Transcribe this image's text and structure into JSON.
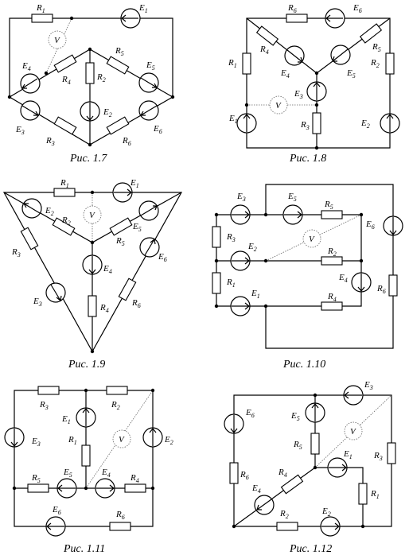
{
  "figures": [
    {
      "caption": "Рис. 1.7",
      "labels": {
        "R1": "R",
        "R1s": "1",
        "E1": "E",
        "E1s": "1",
        "V": "V",
        "E4": "E",
        "E4s": "4",
        "R4": "R",
        "R4s": "4",
        "R2": "R",
        "R2s": "2",
        "R5": "R",
        "R5s": "5",
        "E5": "E",
        "E5s": "5",
        "E3": "E",
        "E3s": "3",
        "E2": "E",
        "E2s": "2",
        "E6": "E",
        "E6s": "6",
        "R3": "R",
        "R3s": "3",
        "R6": "R",
        "R6s": "6"
      }
    },
    {
      "caption": "Рис. 1.8",
      "labels": {
        "R6": "R",
        "R6s": "6",
        "E6": "E",
        "E6s": "6",
        "R4": "R",
        "R4s": "4",
        "R5": "R",
        "R5s": "5",
        "R1": "R",
        "R1s": "1",
        "R2": "R",
        "R2s": "2",
        "E4": "E",
        "E4s": "4",
        "E5": "E",
        "E5s": "5",
        "E3": "E",
        "E3s": "3",
        "V": "V",
        "E1": "E",
        "E1s": "1",
        "R3": "R",
        "R3s": "3",
        "E2": "E",
        "E2s": "2"
      }
    },
    {
      "caption": "Рис. 1.9",
      "labels": {
        "R1": "R",
        "R1s": "1",
        "E1": "E",
        "E1s": "1",
        "E2": "E",
        "E2s": "2",
        "R2": "R",
        "R2s": "2",
        "V": "V",
        "E5": "E",
        "E5s": "5",
        "R5": "R",
        "R5s": "5",
        "R3": "R",
        "R3s": "3",
        "E6": "E",
        "E6s": "6",
        "E4": "E",
        "E4s": "4",
        "E3": "E",
        "E3s": "3",
        "R4": "R",
        "R4s": "4",
        "R6": "R",
        "R6s": "6"
      }
    },
    {
      "caption": "Рис. 1.10",
      "labels": {
        "E3": "E",
        "E3s": "3",
        "E5": "E",
        "E5s": "5",
        "R5": "R",
        "R5s": "5",
        "E6": "E",
        "E6s": "6",
        "R3": "R",
        "R3s": "3",
        "V": "V",
        "E2": "E",
        "E2s": "2",
        "R2": "R",
        "R2s": "2",
        "R1": "R",
        "R1s": "1",
        "E4": "E",
        "E4s": "4",
        "E1": "E",
        "E1s": "1",
        "R4": "R",
        "R4s": "4",
        "R6": "R",
        "R6s": "6"
      }
    },
    {
      "caption": "Рис. 1.11",
      "labels": {
        "R3": "R",
        "R3s": "3",
        "R2": "R",
        "R2s": "2",
        "E1": "E",
        "E1s": "1",
        "E3": "E",
        "E3s": "3",
        "R1": "R",
        "R1s": "1",
        "V": "V",
        "E2": "E",
        "E2s": "2",
        "R5": "R",
        "R5s": "5",
        "E5": "E",
        "E5s": "5",
        "E4": "E",
        "E4s": "4",
        "R4": "R",
        "R4s": "4",
        "E6": "E",
        "E6s": "6",
        "R6": "R",
        "R6s": "6"
      }
    },
    {
      "caption": "Рис. 1.12",
      "labels": {
        "E3": "E",
        "E3s": "3",
        "E6": "E",
        "E6s": "6",
        "E5": "E",
        "E5s": "5",
        "V": "V",
        "E1": "E",
        "E1s": "1",
        "R5": "R",
        "R5s": "5",
        "R3": "R",
        "R3s": "3",
        "R6": "R",
        "R6s": "6",
        "R4": "R",
        "R4s": "4",
        "R1": "R",
        "R1s": "1",
        "E4": "E",
        "E4s": "4",
        "R2": "R",
        "R2s": "2",
        "E2": "E",
        "E2s": "2"
      }
    }
  ]
}
